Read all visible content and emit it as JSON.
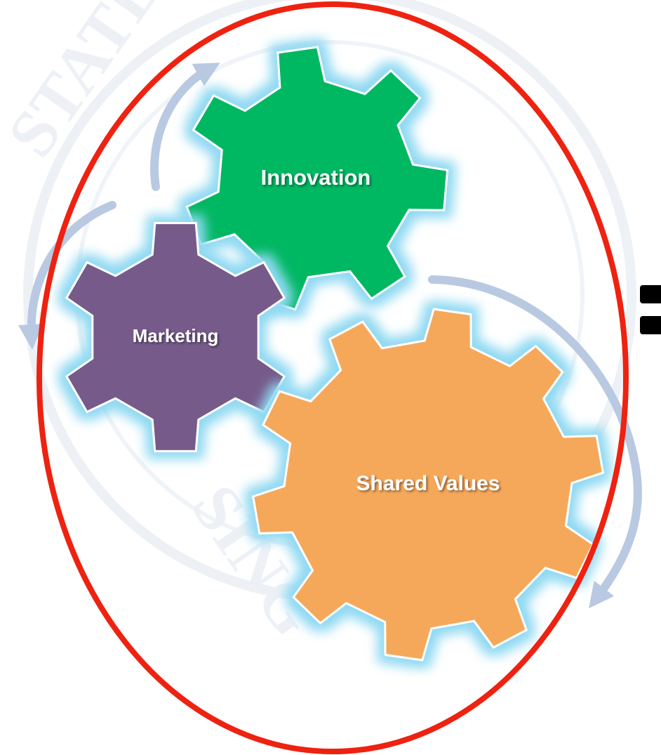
{
  "diagram": {
    "gears": [
      {
        "id": "innovation",
        "label": "Innovation",
        "color": "#05b762",
        "teeth": 7
      },
      {
        "id": "marketing",
        "label": "Marketing",
        "color": "#745a8a",
        "teeth": 6
      },
      {
        "id": "shared-values",
        "label": "Shared Values",
        "color": "#f6a85a",
        "teeth": 10
      }
    ],
    "colors": {
      "enclosing_ellipse": "#ee2211",
      "glow": "#8fd9f2",
      "cycle_arrows": "#b9c9e2",
      "background_seal": "#dfe7ef",
      "partial_symbol": "#000000"
    },
    "seal_fragments": {
      "top_left": "STATE",
      "bottom_left": "SING"
    }
  }
}
